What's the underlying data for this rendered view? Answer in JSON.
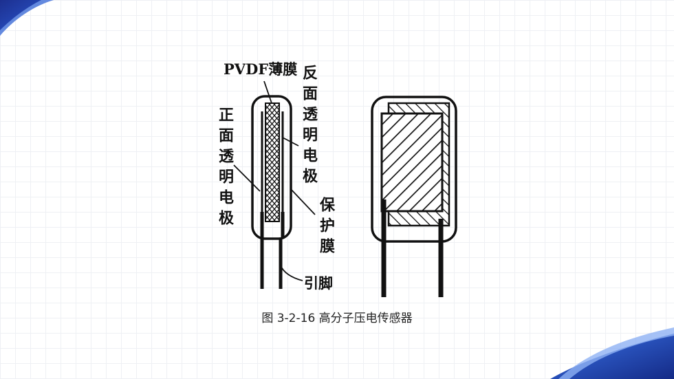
{
  "diagram": {
    "label_pvdf": "PVDF薄膜",
    "label_front_electrode": "正面透明电极",
    "label_back_electrode": "反面透明电极",
    "label_protective_film": "保护膜",
    "label_pins": "引脚"
  },
  "caption": "图 3-2-16 高分子压电传感器",
  "colors": {
    "accent": "#1a3fb8",
    "ink": "#111111"
  }
}
